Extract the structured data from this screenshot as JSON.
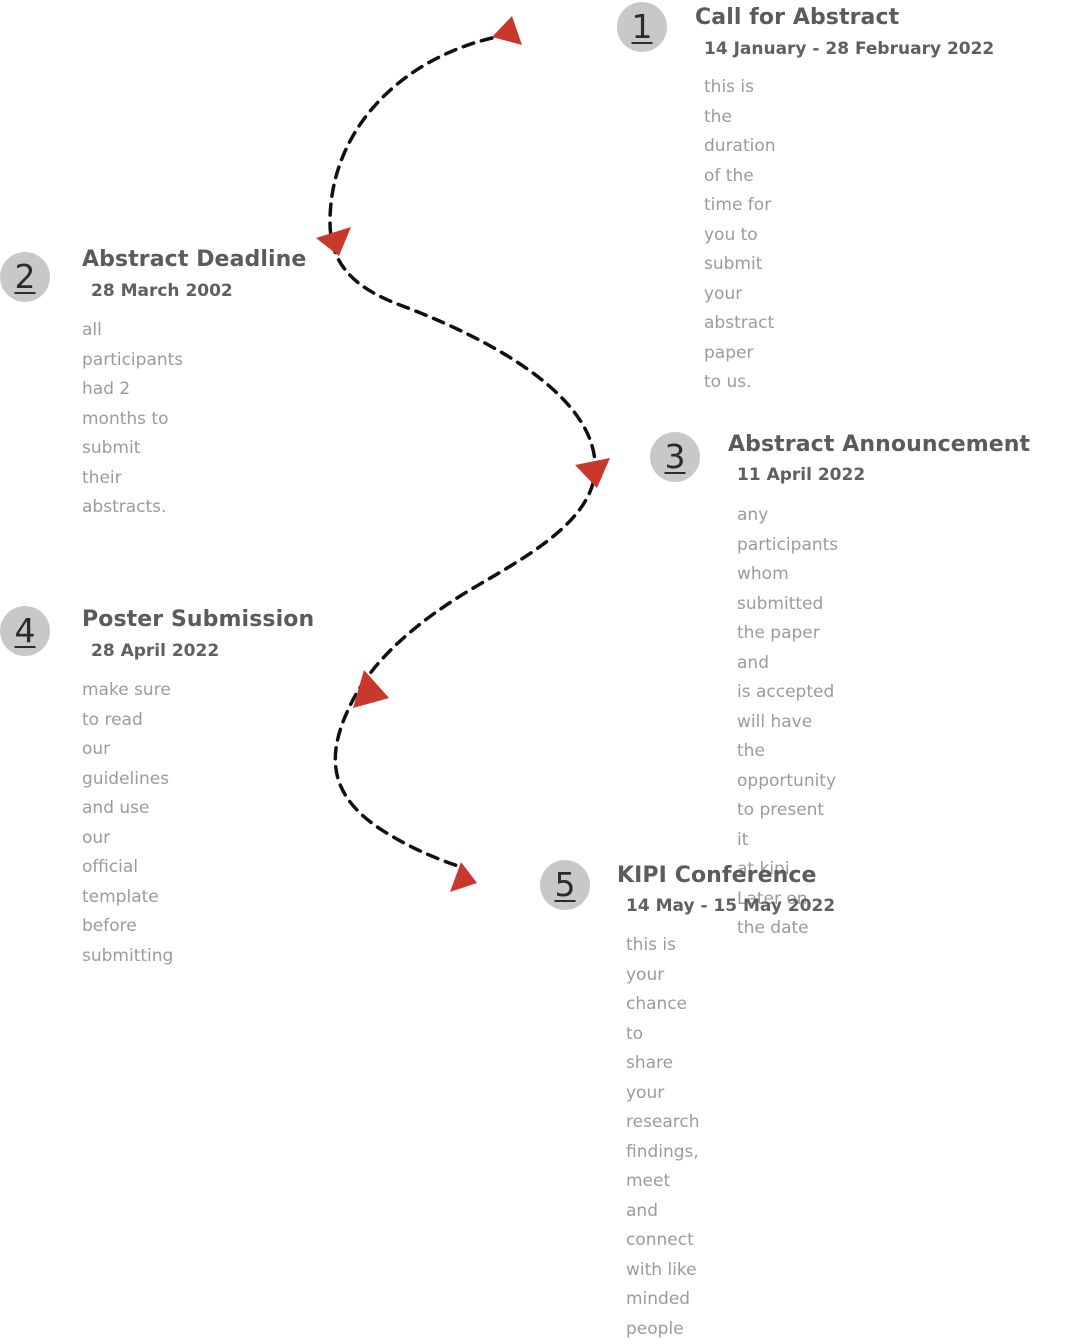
{
  "colors": {
    "arrow": "#c8382b",
    "path": "#111111",
    "badge": "#c8c8c8",
    "title": "#5b5b5b",
    "description": "#9b9b9b"
  },
  "steps": [
    {
      "number": "1",
      "title": "Call for Abstract",
      "date": "14 January - 28 February 2022",
      "lines": [
        "this is the duration of the",
        "time for you to submit",
        "your abstract paper to us."
      ]
    },
    {
      "number": "2",
      "title": "Abstract Deadline",
      "date": "28 March 2002",
      "lines": [
        "all participants had 2",
        "months to submit their",
        "abstracts."
      ]
    },
    {
      "number": "3",
      "title": "Abstract Announcement",
      "date": "11 April 2022",
      "lines": [
        "any participants whom",
        "submitted the paper and",
        "is accepted will have the",
        "opportunity to present it",
        "at kipi Later on the date"
      ]
    },
    {
      "number": "4",
      "title": "Poster Submission",
      "date": "28 April 2022",
      "lines": [
        "make sure to read our",
        "guidelines and use our",
        "official template before",
        "submitting"
      ]
    },
    {
      "number": "5",
      "title": "KIPI Conference",
      "date": "14 May - 15 May 2022",
      "lines": [
        "this is your chance to",
        "share your research",
        "findings, meet and",
        "connect with like minded",
        "people"
      ]
    }
  ]
}
